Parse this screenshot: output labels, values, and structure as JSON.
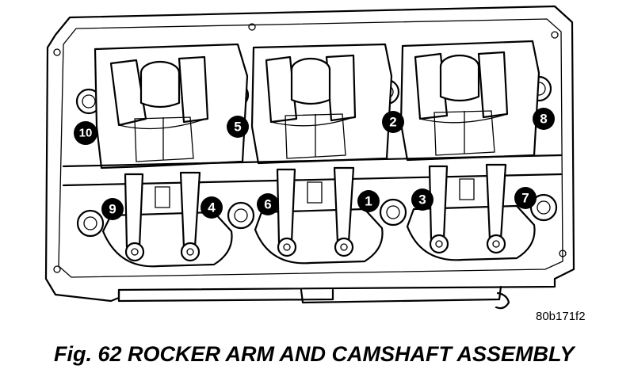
{
  "figure": {
    "caption": "Fig. 62 ROCKER ARM AND CAMSHAFT ASSEMBLY",
    "reference_code": "80b171f2"
  },
  "torque_sequence_labels": [
    {
      "label": "1"
    },
    {
      "label": "2"
    },
    {
      "label": "3"
    },
    {
      "label": "4"
    },
    {
      "label": "5"
    },
    {
      "label": "6"
    },
    {
      "label": "7"
    },
    {
      "label": "8"
    },
    {
      "label": "9"
    },
    {
      "label": "10"
    }
  ],
  "colors": {
    "line": "#000000",
    "background": "#ffffff",
    "label_fill": "#000000",
    "label_text": "#ffffff"
  }
}
